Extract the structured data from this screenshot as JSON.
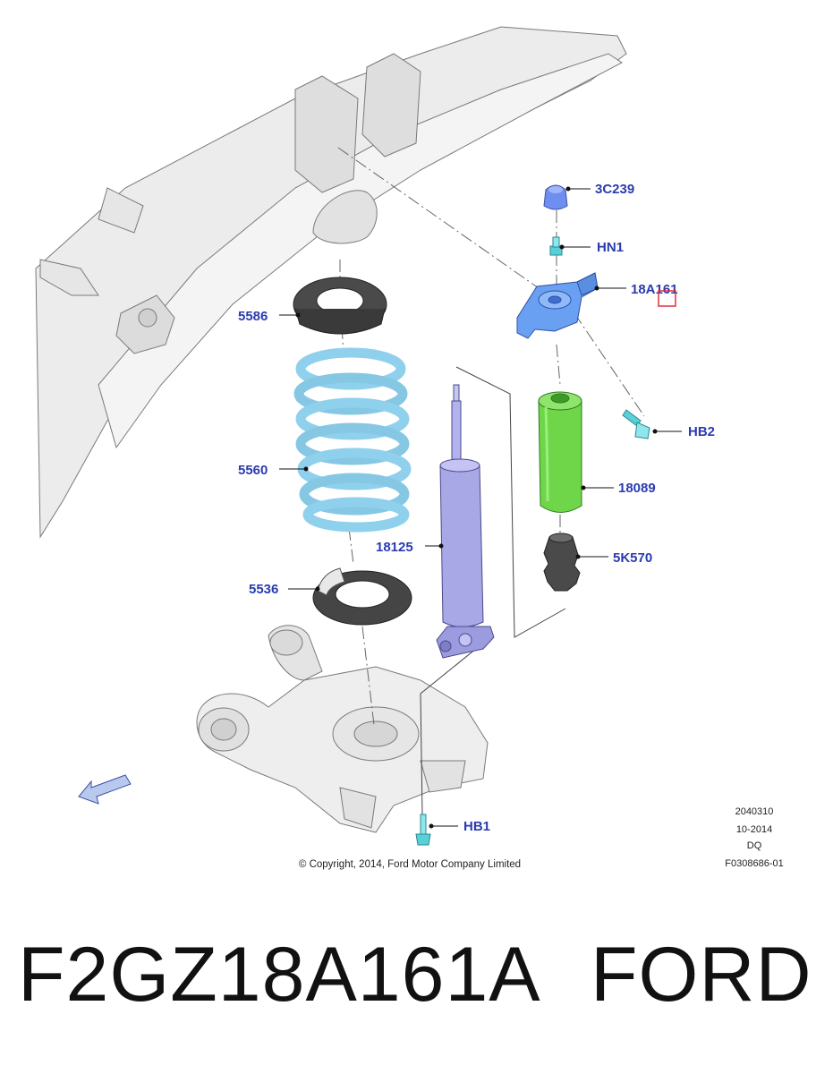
{
  "callouts": {
    "c3c239": "3C239",
    "hn1": "HN1",
    "c18a161": "18A161",
    "hb2": "HB2",
    "c5586": "5586",
    "c5560": "5560",
    "c18089": "18089",
    "c18125": "18125",
    "c5k570": "5K570",
    "c5536": "5536",
    "hb1": "HB1"
  },
  "drawing_info": {
    "number": "2040310",
    "date": "10-2014",
    "initials": "DQ",
    "figure_id": "F0308686-01"
  },
  "copyright": "© Copyright, 2014, Ford Motor Company Limited",
  "caption": {
    "part_number": "F2GZ18A161A",
    "brand": "FORD"
  },
  "colors": {
    "callout_text": "#2a3bb0",
    "highlight_box": "#e0303a",
    "spring": "#8fd0ec",
    "shock": "#a9a8e6",
    "boot": "#6fd64a",
    "mount": "#6aa0f2",
    "bolt": "#57d0d8",
    "frame": "#ececec"
  }
}
